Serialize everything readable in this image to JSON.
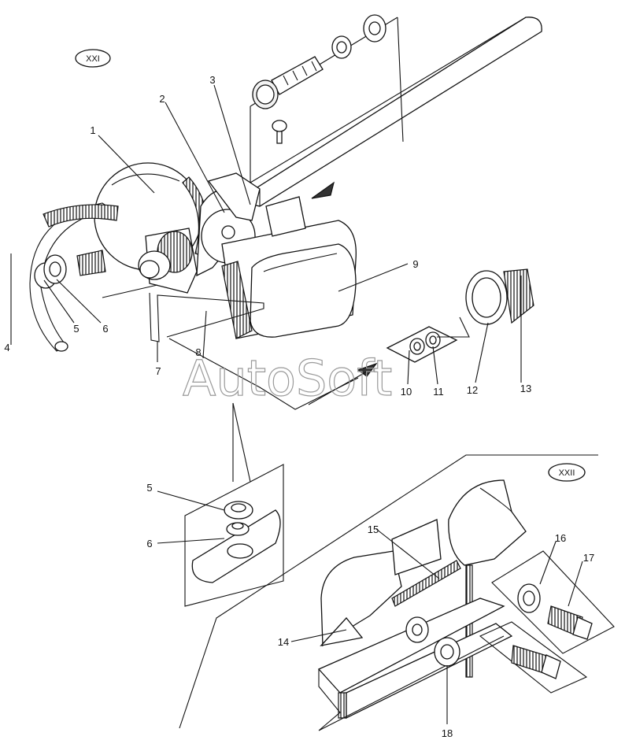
{
  "diagram": {
    "sections": [
      "XXI",
      "XXII"
    ],
    "callouts": [
      "1",
      "2",
      "3",
      "4",
      "5",
      "6",
      "7",
      "8",
      "9",
      "10",
      "11",
      "12",
      "13",
      "5",
      "6",
      "14",
      "15",
      "16",
      "17",
      "18"
    ],
    "watermark": "AutoSoft"
  }
}
